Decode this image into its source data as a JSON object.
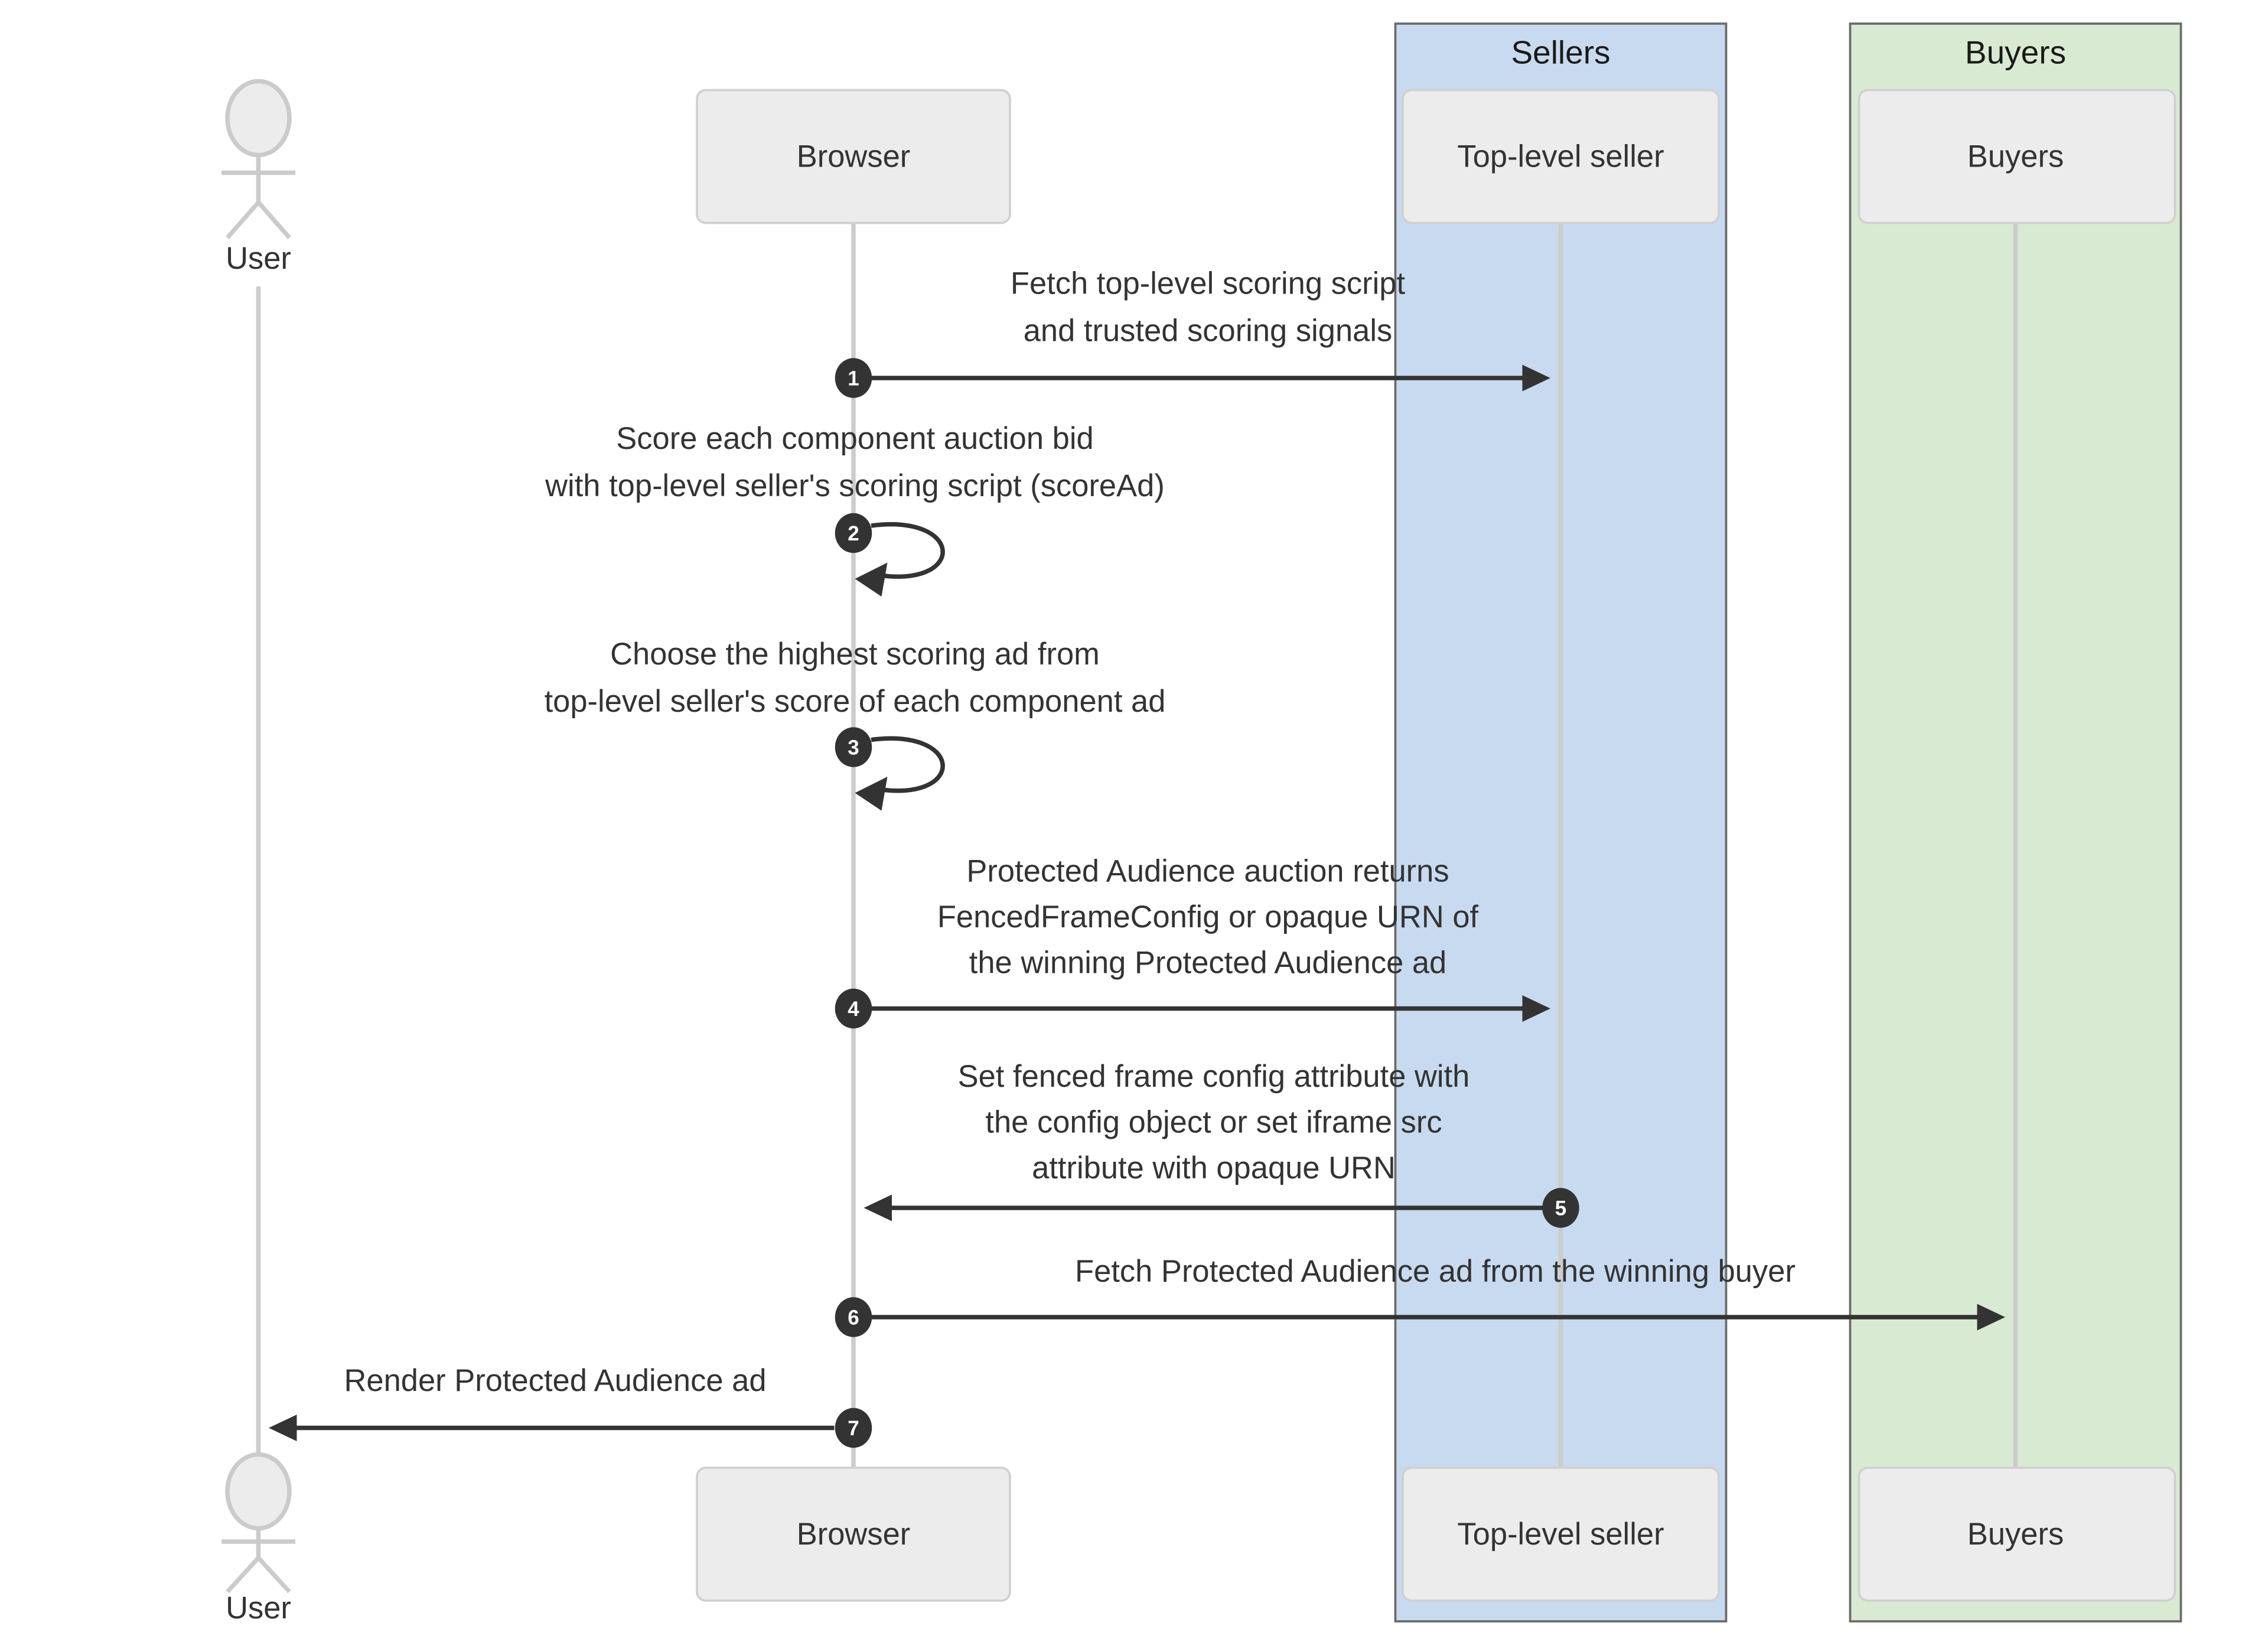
{
  "groups": {
    "sellers": {
      "label": "Sellers",
      "fill": "#c8daf0"
    },
    "buyers": {
      "label": "Buyers",
      "fill": "#d9ead3"
    }
  },
  "actors": {
    "user": {
      "label": "User"
    },
    "browser": {
      "label": "Browser"
    },
    "top_level_seller": {
      "label": "Top-level seller"
    },
    "buyers": {
      "label": "Buyers"
    }
  },
  "messages": [
    {
      "num": "1",
      "from": "browser",
      "to": "top_level_seller",
      "lines": [
        "Fetch top-level scoring script",
        "and trusted scoring signals"
      ]
    },
    {
      "num": "2",
      "from": "browser",
      "to": "browser",
      "lines": [
        "Score each component auction bid",
        "with top-level seller's scoring script (scoreAd)"
      ]
    },
    {
      "num": "3",
      "from": "browser",
      "to": "browser",
      "lines": [
        "Choose the highest scoring ad from",
        "top-level seller's score of each component ad"
      ]
    },
    {
      "num": "4",
      "from": "browser",
      "to": "top_level_seller",
      "lines": [
        "Protected Audience auction returns",
        "FencedFrameConfig or opaque URN of",
        "the winning Protected Audience ad"
      ]
    },
    {
      "num": "5",
      "from": "top_level_seller",
      "to": "browser",
      "lines": [
        "Set fenced frame config attribute with",
        "the config object or set iframe src",
        "attribute with opaque URN"
      ]
    },
    {
      "num": "6",
      "from": "browser",
      "to": "buyers",
      "lines": [
        "Fetch Protected Audience ad from the winning buyer"
      ]
    },
    {
      "num": "7",
      "from": "browser",
      "to": "user",
      "lines": [
        "Render Protected Audience ad"
      ]
    }
  ],
  "colors": {
    "arrow": "#333333",
    "lifeline": "#cccccc",
    "actor_box": "#ececec",
    "text": "#333333",
    "sellers_band": "#c8daf0",
    "buyers_band": "#d9ead3"
  }
}
